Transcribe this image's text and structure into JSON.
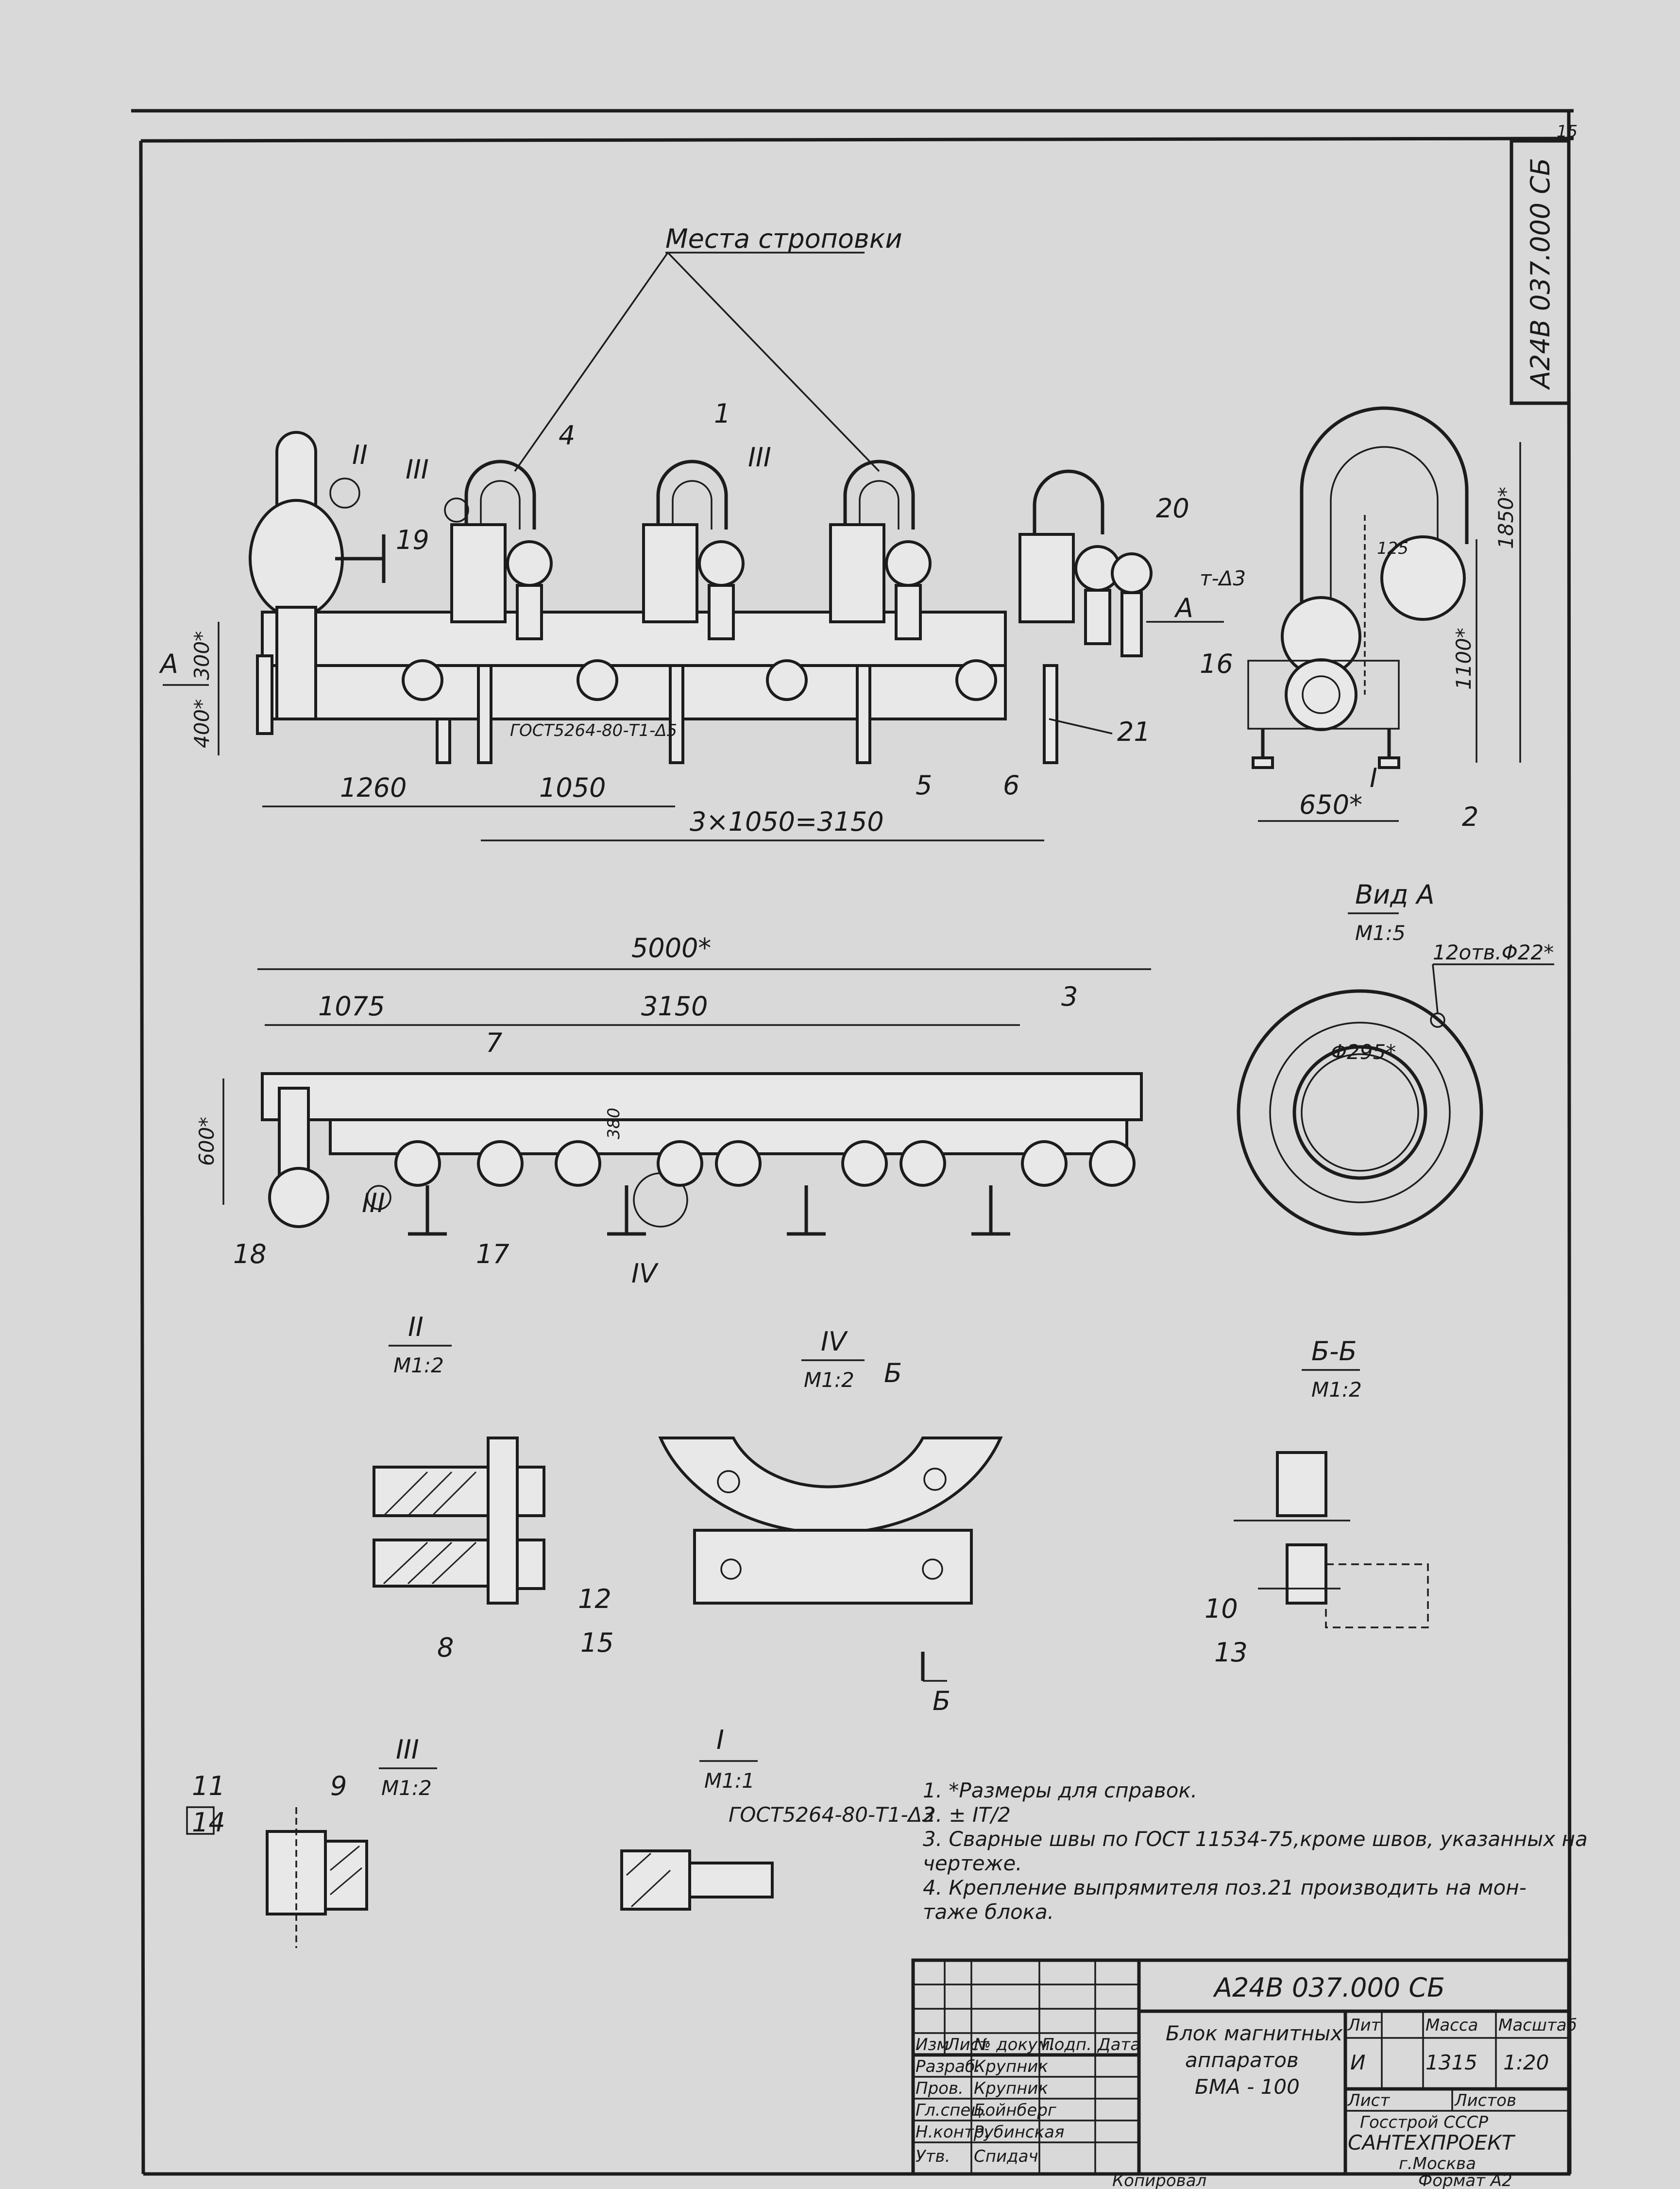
{
  "sheet_number": "15",
  "vertical_code": "А24В 037.000 СБ",
  "lifting_points_label": "Места строповки",
  "front_view": {
    "callouts": [
      "II",
      "III",
      "4",
      "1",
      "III",
      "20",
      "19",
      "21",
      "5",
      "6"
    ],
    "view_marker": "А",
    "dims": {
      "h300": "300*",
      "h400": "400*",
      "d1260": "1260",
      "d1050": "1050",
      "d3x1050": "3×1050=3150"
    },
    "weld_note": "ГОСТ5264-80-Т1-Δ5"
  },
  "side_view": {
    "callouts": [
      "16",
      "I",
      "2"
    ],
    "weld_note": "т-Δ3",
    "dims": {
      "h1850": "1850*",
      "h1100": "1100*",
      "w650": "650*",
      "d125": "125"
    }
  },
  "top_view": {
    "callouts": [
      "3",
      "7",
      "18",
      "III",
      "17",
      "IV"
    ],
    "dims": {
      "d5000": "5000*",
      "d1075": "1075",
      "d3150": "3150",
      "h600": "600*",
      "h380": "380"
    }
  },
  "view_a": {
    "title": "Вид А",
    "scale": "М1:5",
    "holes": "12отв.Φ22*",
    "diameter": "Φ295*"
  },
  "detail_II": {
    "title": "II",
    "scale": "М1:2",
    "callouts": [
      "8",
      "12",
      "15"
    ]
  },
  "detail_IV": {
    "title": "IV",
    "scale": "М1:2",
    "section_mark": "Б"
  },
  "section_BB": {
    "title": "Б-Б",
    "scale": "М1:2",
    "callouts": [
      "10",
      "13"
    ]
  },
  "detail_III": {
    "title": "III",
    "scale": "М1:2",
    "callouts": [
      "11",
      "14",
      "9"
    ]
  },
  "detail_I": {
    "title": "I",
    "scale": "М1:1",
    "weld_note": "ГОСТ5264-80-Т1-Δ3"
  },
  "notes": [
    "1. *Размеры для справок.",
    "2. ± IT/2",
    "3. Сварные швы по ГОСТ 11534-75,кроме швов, указанных на",
    "   чертеже.",
    "4. Крепление выпрямителя поз.21 производить на мон-",
    "   таже блока."
  ],
  "title_block": {
    "designation": "А24В 037.000 СБ",
    "name_lines": [
      "Блок магнитных",
      "аппаратов",
      "БМА - 100"
    ],
    "header_cells": [
      "Изм",
      "Лист",
      "№ докум.",
      "Подп.",
      "Дата"
    ],
    "roles": [
      "Разраб.",
      "Пров.",
      "Гл.спец.",
      "Н.контр.",
      "Утв."
    ],
    "people": [
      "Крупник",
      "Крупник",
      "Бойнберг",
      "Рубинская",
      "Спидач"
    ],
    "lit_label": "Лит",
    "mass_label": "Масса",
    "scale_label": "Масштаб",
    "lit_value": "И",
    "mass_value": "1315",
    "scale_value": "1:20",
    "sheet_label": "Лист",
    "sheets_label": "Листов",
    "org_lines": [
      "Госстрой СССР",
      "САНТЕХПРОЕКТ",
      "г.Москва"
    ]
  },
  "footer": {
    "copied": "Копировал",
    "format": "Формат А2"
  }
}
